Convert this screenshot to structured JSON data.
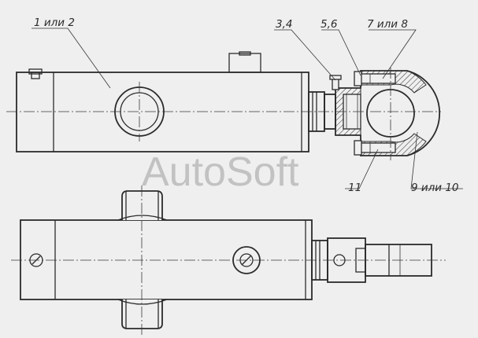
{
  "callouts": {
    "part_1_2": "1 или 2",
    "part_3_4": "3,4",
    "part_5_6": "5,6",
    "part_7_8": "7 или 8",
    "part_11": "11",
    "part_9_10": "9 или 10"
  },
  "watermark": "AutoSoft",
  "colors": {
    "background": "#efefef",
    "line": "#2b2b2b",
    "watermark": "#bdbdbd"
  }
}
